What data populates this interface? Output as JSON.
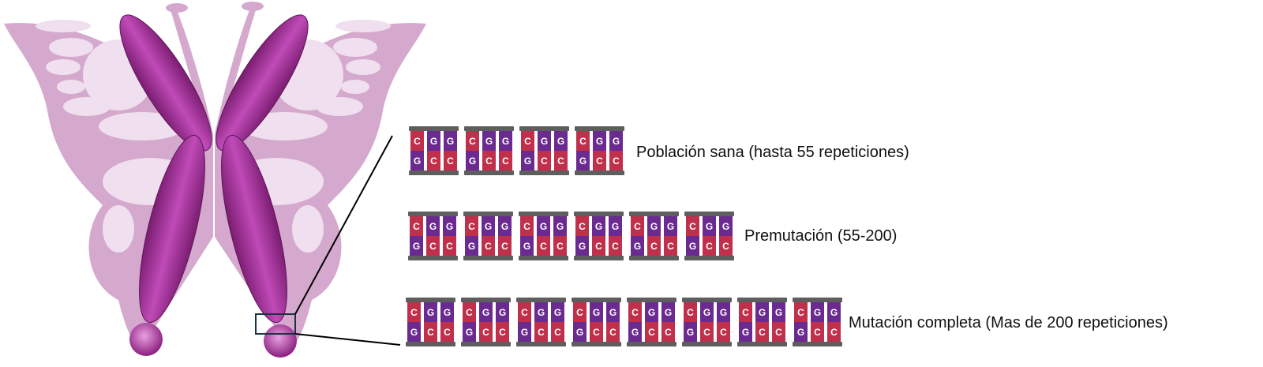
{
  "colors": {
    "cytosine": "#c0304a",
    "guanine": "#6a2a90",
    "cap": "#5e5e5e",
    "chromosome": "#a3299a",
    "wing": "#d4a9cd",
    "wing_spots": "#f0dfee"
  },
  "repeat_unit": [
    {
      "top": "C",
      "bottom": "G"
    },
    {
      "top": "G",
      "bottom": "C"
    },
    {
      "top": "G",
      "bottom": "C"
    }
  ],
  "rows": [
    {
      "label": "Población sana (hasta 55 repeticiones)",
      "blocks_shown": 4
    },
    {
      "label": "Premutación (55-200)",
      "blocks_shown": 6
    },
    {
      "label": "Mutación completa (Mas de 200 repeticiones)",
      "blocks_shown": 8
    }
  ]
}
